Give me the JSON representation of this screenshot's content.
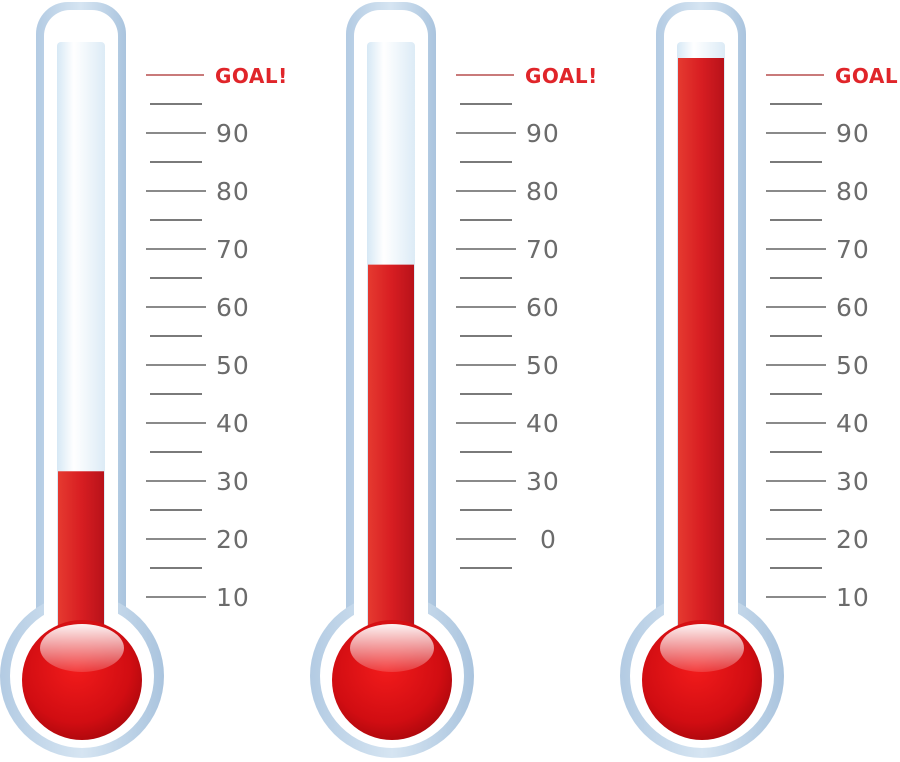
{
  "thermometers": [
    {
      "id": "left",
      "goal_label": "GOAL!",
      "scale_labels": [
        "90",
        "80",
        "70",
        "60",
        "50",
        "40",
        "30",
        "20",
        "10"
      ],
      "fill_level_percent": 28
    },
    {
      "id": "middle",
      "goal_label": "GOAL!",
      "scale_labels": [
        "90",
        "80",
        "70",
        "60",
        "50",
        "40",
        "30",
        "0"
      ],
      "fill_level_percent": 64
    },
    {
      "id": "right",
      "goal_label": "GOAL!",
      "scale_labels": [
        "90",
        "80",
        "70",
        "60",
        "50",
        "40",
        "30",
        "20",
        "10"
      ],
      "fill_level_percent": 100
    }
  ],
  "colors": {
    "mercury": "#e0252a",
    "mercury_dark": "#b5121a",
    "tube_frame": "#bcd2e8",
    "tube_glass": "#eaf4fb",
    "goal_text": "#e0252a",
    "tick": "#8a8a8a",
    "label": "#6b6b6b"
  }
}
